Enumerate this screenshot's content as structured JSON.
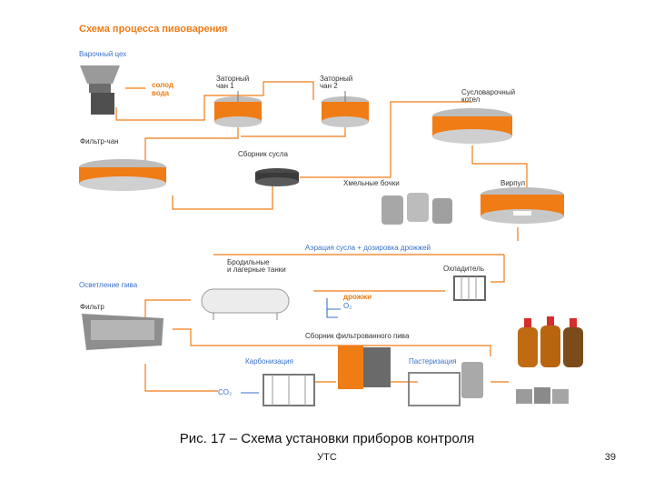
{
  "diagram": {
    "title": "Схема процесса пивоварения",
    "sections": {
      "brewhouse": "Варочный цех",
      "clarification": "Осветление пива"
    },
    "labels": {
      "malt": "солод",
      "water": "вода",
      "mash1": "Заторный\nчан 1",
      "mash2": "Заторный\nчан 2",
      "wort_kettle": "Сусловарочный\nкотел",
      "lauter": "Фильтр-чан",
      "wort_collector": "Сборник сусла",
      "hop_tanks": "Хмельные бочки",
      "whirlpool": "Вирпул",
      "aeration": "Аэрация сусла + дозировка дрожжей",
      "ferment_tanks": "Бродильные\nи лагерные танки",
      "cooler": "Охладитель",
      "filter": "Фильтр",
      "yeast": "дрожжи",
      "o2": "O₂",
      "filtered_beer": "Сборник фильтрованного пива",
      "carbonation": "Карбонизация",
      "pasteurization": "Пастеризация",
      "co2": "CO₂"
    }
  },
  "slide": {
    "caption": "Рис. 17 – Схема установки приборов контроля",
    "footer": "УТС",
    "page_number": "39"
  }
}
